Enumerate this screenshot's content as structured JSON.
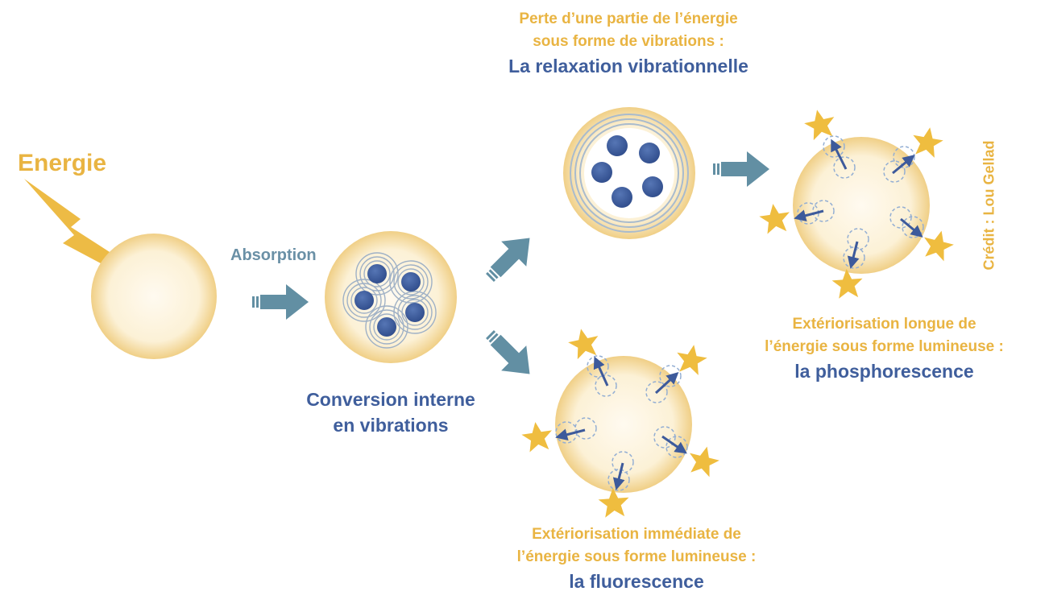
{
  "energy_label": "Energie",
  "absorption_label": "Absorption",
  "conversion": {
    "line1": "Conversion interne",
    "line2": "en vibrations"
  },
  "relaxation": {
    "line1": "Perte d’une partie de l’énergie",
    "line2": "sous forme de vibrations :",
    "title": "La relaxation vibrationnelle"
  },
  "fluorescence": {
    "line1": "Extériorisation immédiate de",
    "line2": "l’énergie sous forme lumineuse :",
    "title": "la fluorescence"
  },
  "phosphorescence": {
    "line1": "Extériorisation longue de",
    "line2": "l’énergie sous forme lumineuse :",
    "title": "la phosphorescence"
  },
  "credit": "Crédit : Lou Gellad",
  "colors": {
    "gold": "#e9b442",
    "blue": "#3f5e9c",
    "teal_arrow": "#628fa3",
    "sphere_fill": "#fdf5e0",
    "sphere_edge": "#f1d28a",
    "molecule": "#3d5a9b"
  }
}
